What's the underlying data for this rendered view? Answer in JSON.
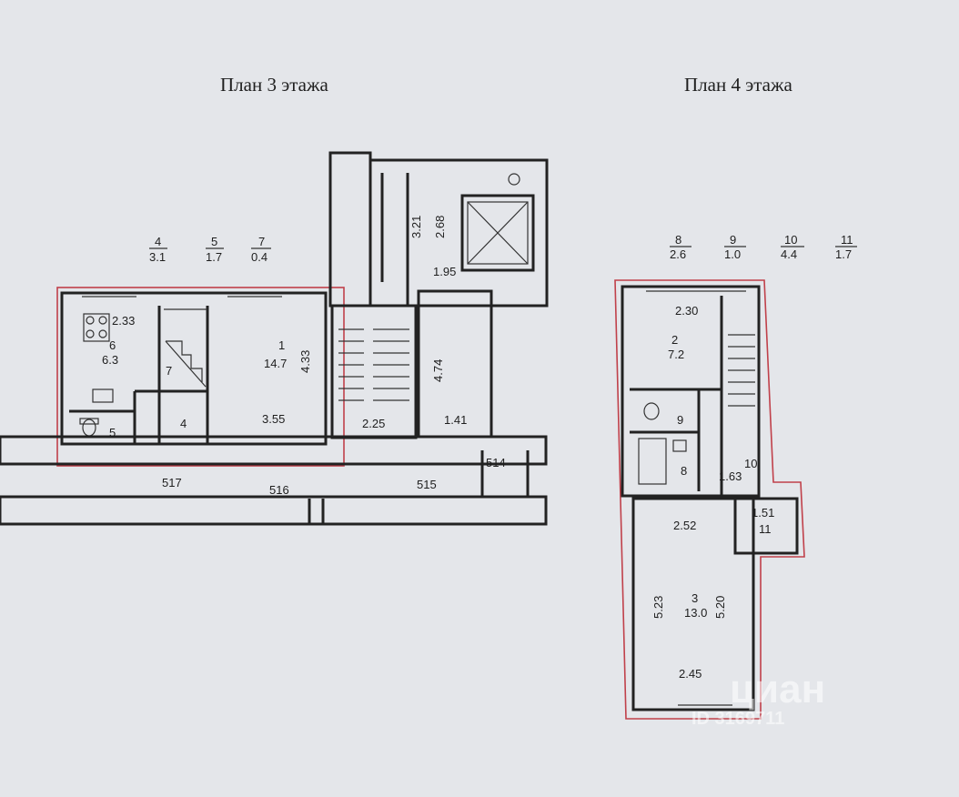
{
  "titles": {
    "floor3": "План 3 этажа",
    "floor4": "План 4 этажа"
  },
  "legend3": [
    {
      "num": "4",
      "area": "3.1"
    },
    {
      "num": "5",
      "area": "1.7"
    },
    {
      "num": "7",
      "area": "0.4"
    }
  ],
  "legend4": [
    {
      "num": "8",
      "area": "2.6"
    },
    {
      "num": "9",
      "area": "1.0"
    },
    {
      "num": "10",
      "area": "4.4"
    },
    {
      "num": "11",
      "area": "1.7"
    }
  ],
  "floor3": {
    "room1_num": "1",
    "room1_area": "14.7",
    "room1_w": "3.55",
    "room1_h": "4.33",
    "room6_num": "6",
    "room6_area": "6.3",
    "room6_w": "2.33",
    "room7": "7",
    "room4": "4",
    "room5": "5",
    "stair_w": "2.25",
    "corr_w": "1.41",
    "corr_h": "4.74",
    "lift_h1": "3.21",
    "lift_h2": "2.68",
    "lift_w": "1.95",
    "n517": "517",
    "n516": "516",
    "n515": "515",
    "n514": "514"
  },
  "floor4": {
    "room2_num": "2",
    "room2_area": "7.2",
    "room2_w": "2.30",
    "room3_num": "3",
    "room3_area": "13.0",
    "room3_w_top": "2.52",
    "room3_w_bot": "2.45",
    "room3_h_l": "5.23",
    "room3_h_r": "5.20",
    "room8": "8",
    "room9": "9",
    "room10": "10",
    "room11": "11",
    "room10_w": "1.63",
    "room11_w": "1.51"
  },
  "watermark": {
    "brand": "циан",
    "id": "ID 3169711"
  }
}
